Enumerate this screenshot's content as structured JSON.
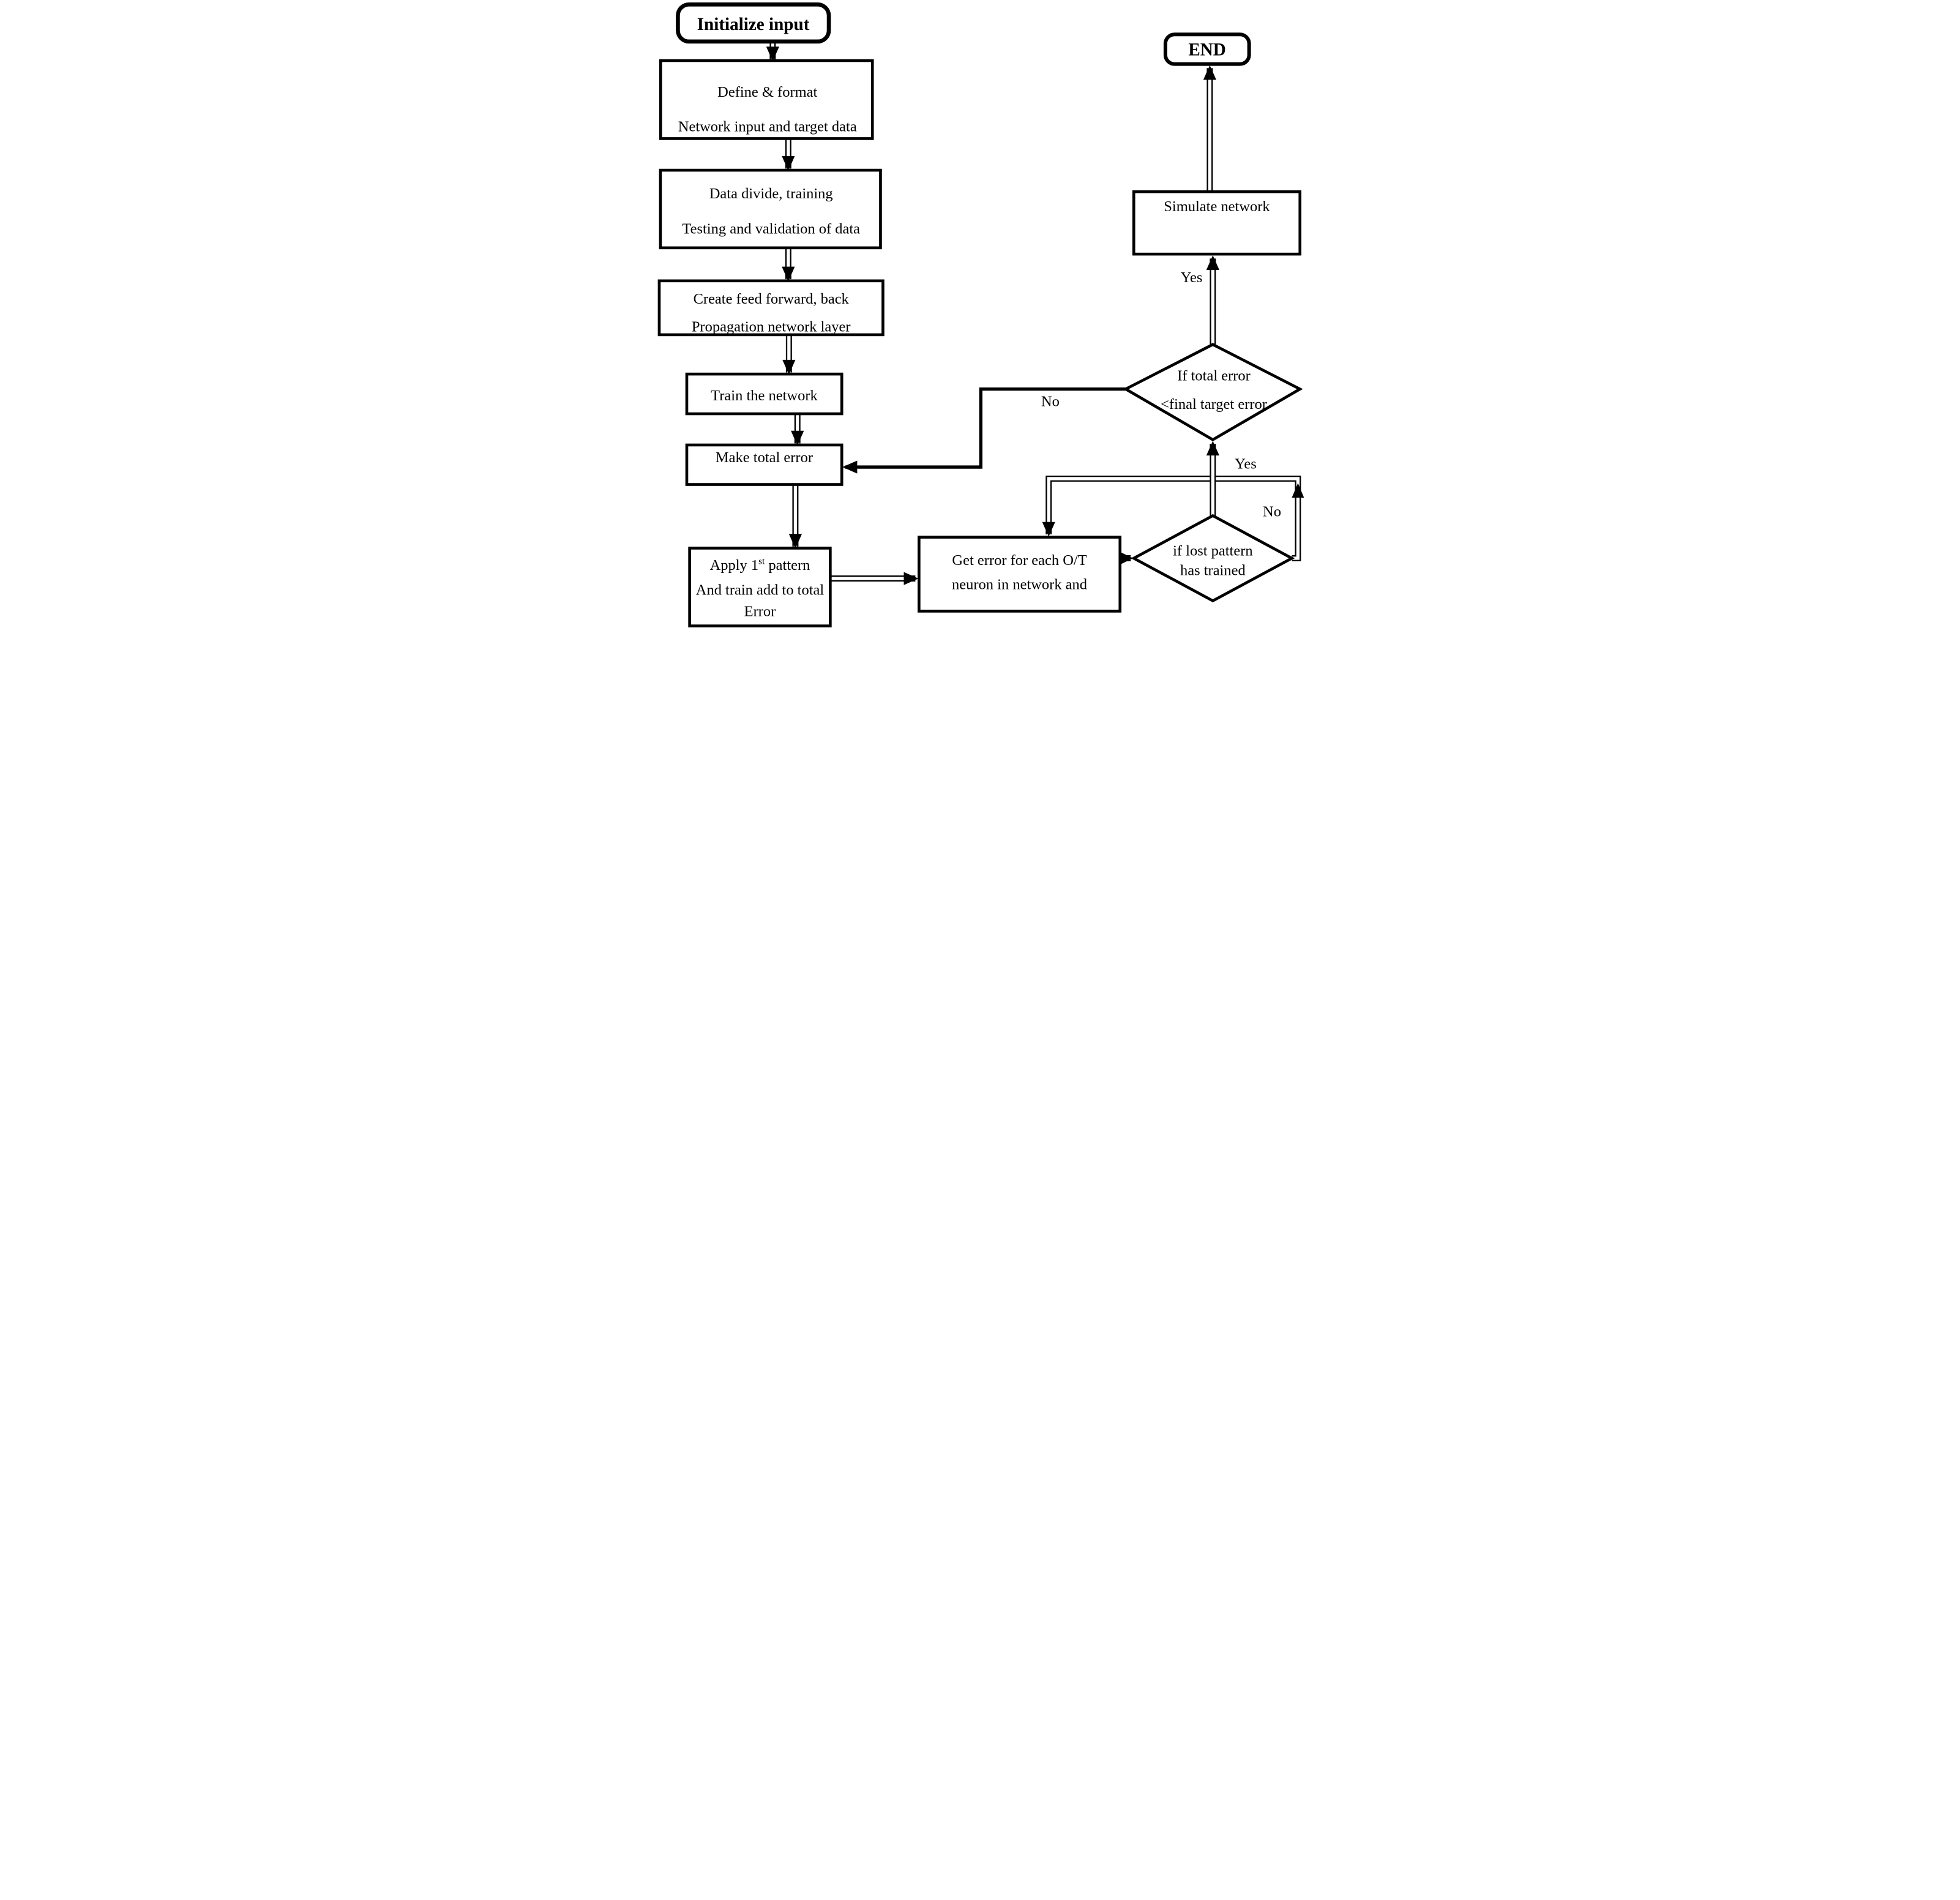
{
  "figure": {
    "type": "flowchart",
    "background_color": "#ffffff",
    "stroke_color": "#000000",
    "text_color": "#000000"
  },
  "nodes": {
    "initialize": {
      "shape": "rounded-rect",
      "label": "Initialize input"
    },
    "define": {
      "shape": "rect",
      "line1": "Define & format",
      "line2": "Network input and target data"
    },
    "divide": {
      "shape": "rect",
      "line1": "Data divide, training",
      "line2": "Testing and validation of data"
    },
    "create": {
      "shape": "rect",
      "line1": "Create feed forward, back",
      "line2": "Propagation network layer"
    },
    "train": {
      "shape": "rect",
      "label": "Train the network"
    },
    "make_error": {
      "shape": "rect",
      "label": "Make total error"
    },
    "apply": {
      "shape": "rect",
      "line1_prefix": "Apply 1",
      "line1_sup": "st",
      "line1_suffix": " pattern",
      "line2": "And train add to total",
      "line3": "Error"
    },
    "get_error": {
      "shape": "rect",
      "line1": "Get error for each O/T",
      "line2": "neuron in network and"
    },
    "lost_pattern": {
      "shape": "diamond",
      "line1": "if lost pattern",
      "line2": "has trained"
    },
    "total_error": {
      "shape": "diamond",
      "line1": "If total error",
      "line2": "<final target error"
    },
    "simulate": {
      "shape": "rect",
      "label": "Simulate network"
    },
    "end": {
      "shape": "rounded-rect",
      "label": "END"
    }
  },
  "edge_labels": {
    "yes_to_simulate": "Yes",
    "yes_to_total_error": "Yes",
    "no_total_error": "No",
    "no_lost_pattern": "No"
  },
  "edges": [
    {
      "from": "initialize",
      "to": "define"
    },
    {
      "from": "define",
      "to": "divide"
    },
    {
      "from": "divide",
      "to": "create"
    },
    {
      "from": "create",
      "to": "train"
    },
    {
      "from": "train",
      "to": "make_error"
    },
    {
      "from": "make_error",
      "to": "apply"
    },
    {
      "from": "apply",
      "to": "get_error"
    },
    {
      "from": "get_error",
      "to": "lost_pattern"
    },
    {
      "from": "lost_pattern",
      "to": "get_error",
      "label": "No"
    },
    {
      "from": "lost_pattern",
      "to": "total_error",
      "label": "Yes"
    },
    {
      "from": "total_error",
      "to": "make_error",
      "label": "No"
    },
    {
      "from": "total_error",
      "to": "simulate",
      "label": "Yes"
    },
    {
      "from": "simulate",
      "to": "end"
    }
  ]
}
